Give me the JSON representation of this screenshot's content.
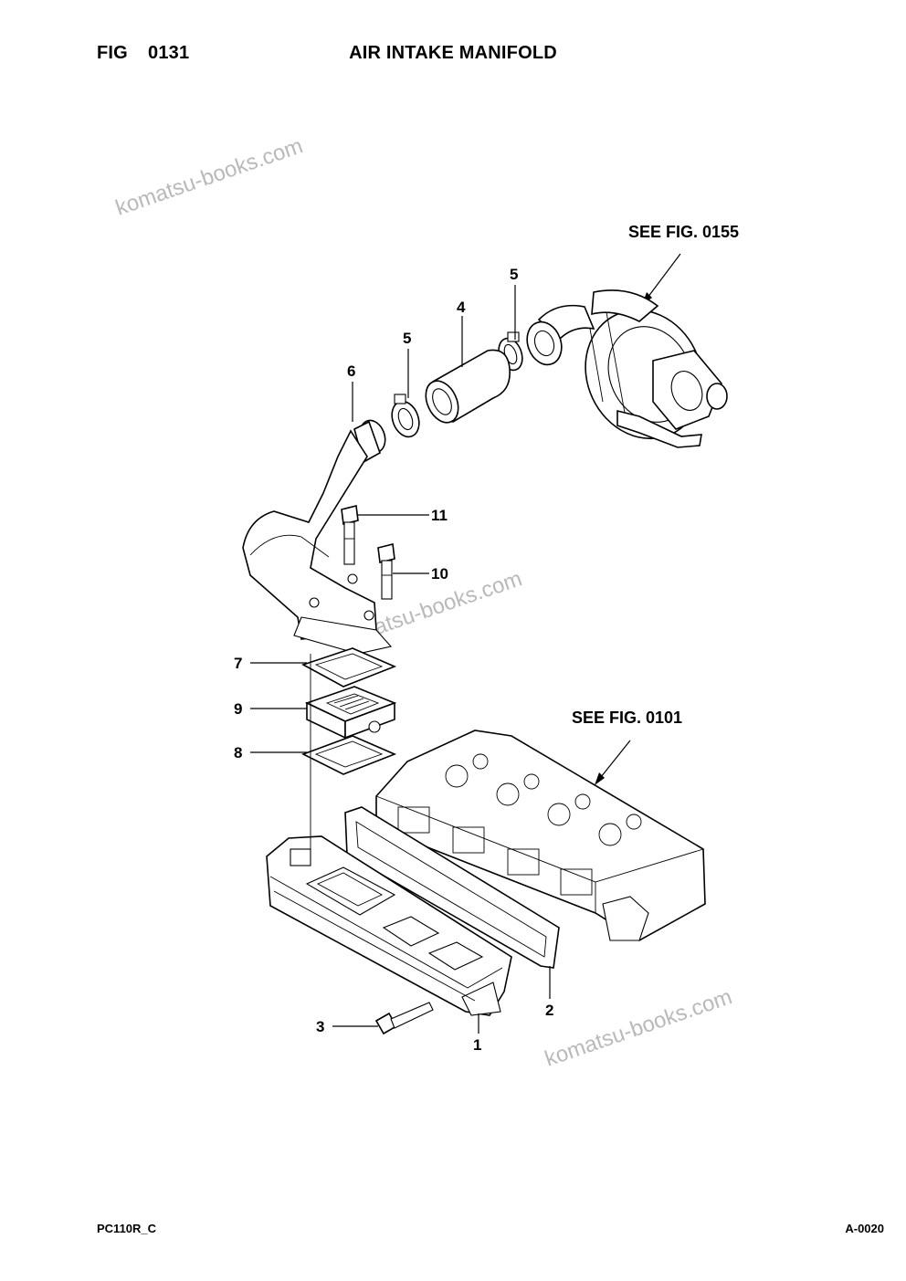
{
  "header": {
    "fig_label": "FIG",
    "fig_number": "0131",
    "title": "AIR INTAKE MANIFOLD"
  },
  "references": {
    "turbo": "SEE FIG. 0155",
    "head": "SEE FIG. 0101"
  },
  "callouts": {
    "c1": "1",
    "c2": "2",
    "c3": "3",
    "c4": "4",
    "c5a": "5",
    "c5b": "5",
    "c6": "6",
    "c7": "7",
    "c8": "8",
    "c9": "9",
    "c10": "10",
    "c11": "11"
  },
  "watermark": {
    "w1": "komatsu-books.com",
    "w2": "komatsu-books.com",
    "w3": "komatsu-books.com"
  },
  "footer": {
    "model": "PC110R_C",
    "page": "A-0020"
  }
}
